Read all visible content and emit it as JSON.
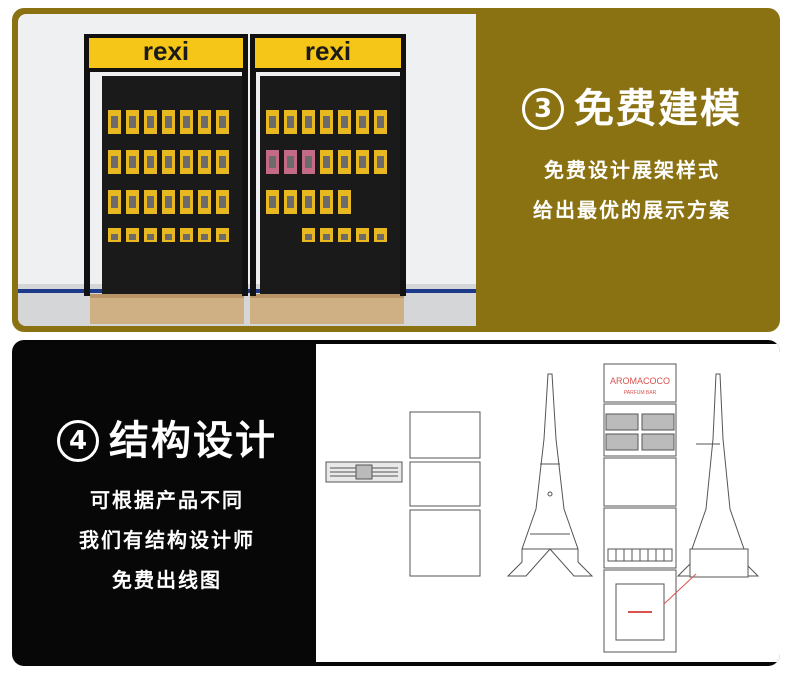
{
  "section3": {
    "number": "3",
    "title": "免费建模",
    "lines": [
      "免费设计展架样式",
      "给出最优的展示方案"
    ],
    "brand_sign_left": "rexi",
    "brand_sign_right": "rexi",
    "colors": {
      "panel": "#8a7112",
      "sign": "#f5c518"
    }
  },
  "section4": {
    "number": "4",
    "title": "结构设计",
    "lines": [
      "可根据产品不同",
      "我们有结构设计师",
      "免费出线图"
    ],
    "drawing_brand": "AROMACOCO",
    "drawing_subbrand": "PARFUM BAR",
    "colors": {
      "panel": "#070707",
      "accent_line": "#d9534f"
    }
  }
}
